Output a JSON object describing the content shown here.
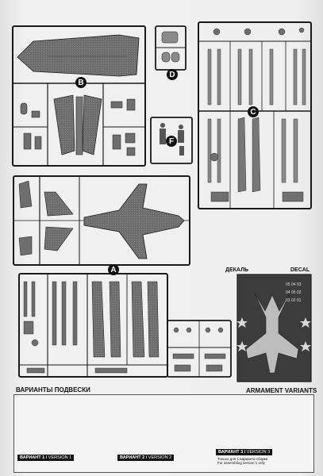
{
  "sprues": {
    "a": "A",
    "b": "B",
    "c": "C",
    "d": "D",
    "f": "F"
  },
  "decal": {
    "ru": "ДЕКАЛЬ",
    "en": "DECAL"
  },
  "armament": {
    "title_ru": "ВАРИАНТЫ ПОДВЕСКИ",
    "title_en": "ARMAMENT VARIANTS",
    "versions": [
      {
        "ru": "ВАРИАНТ 1",
        "en": "VERSION 1"
      },
      {
        "ru": "ВАРИАНТ 2",
        "en": "VERSION 2"
      },
      {
        "ru": "ВАРИАНТ 3",
        "en": "VERSION 3"
      }
    ],
    "note_ru": "Только для 1 варианта сборки",
    "note_en": "For assembling version 1 only"
  },
  "colors": {
    "part_fill": "#6e6e6e",
    "frame": "#1a1a1a",
    "label_bg": "#111111"
  }
}
